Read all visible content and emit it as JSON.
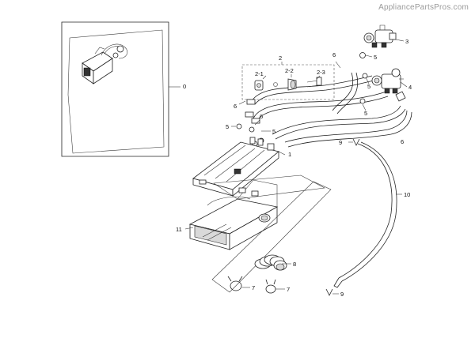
{
  "watermark": "AppliancePartsPros.com",
  "callouts": {
    "c0": "0",
    "c1": "1",
    "c2": "2",
    "c2_1": "2-1",
    "c2_2": "2-2",
    "c2_3": "2-3",
    "c3": "3",
    "c4": "4",
    "c5a": "5",
    "c5b": "5",
    "c5c": "5",
    "c5d": "5",
    "c5e": "5",
    "c6a": "6",
    "c6b": "6",
    "c6c": "6",
    "c6d": "6",
    "c7a": "7",
    "c7b": "7",
    "c8": "8",
    "c9a": "9",
    "c9b": "9",
    "c10": "10",
    "c11": "11"
  }
}
